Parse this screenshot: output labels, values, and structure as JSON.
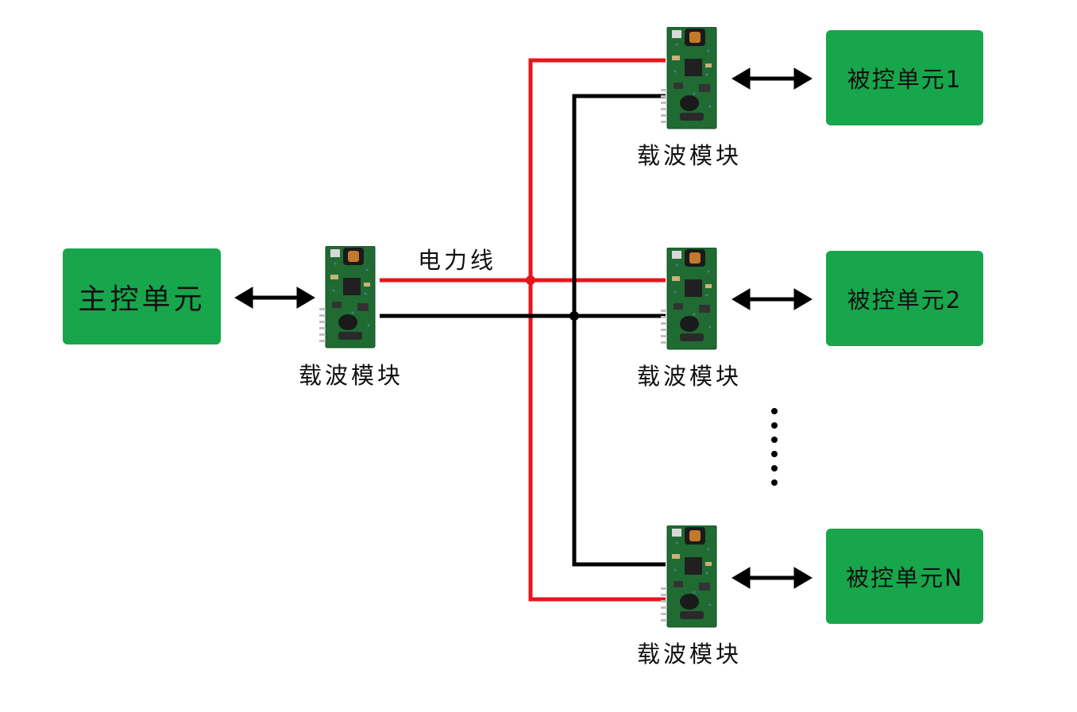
{
  "diagram": {
    "master_unit": {
      "label": "主控单元"
    },
    "power_line_label": "电力线",
    "module_label": "载波模块",
    "slave_units": [
      {
        "label": "被控单元1"
      },
      {
        "label": "被控单元2"
      },
      {
        "label": "被控单元N"
      }
    ],
    "colors": {
      "unit_fill": "#17a64b",
      "live_wire": "#e8151b",
      "neutral_wire": "#000000",
      "pcb_green": "#1f6b32"
    }
  }
}
